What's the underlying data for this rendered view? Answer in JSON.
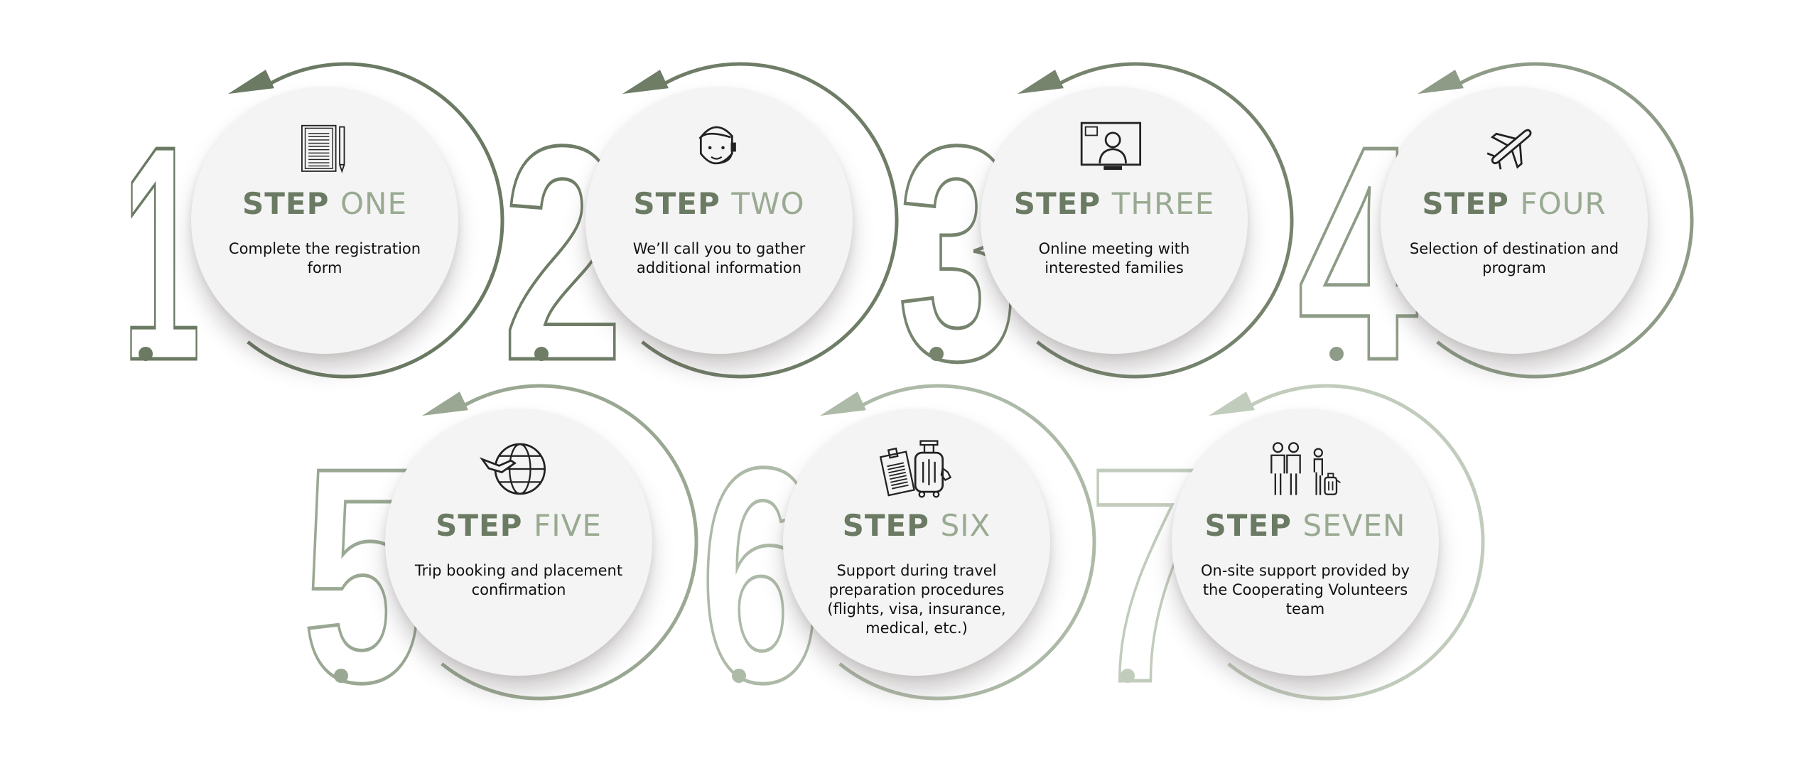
{
  "colors": {
    "step_word": "#6b7a63",
    "number_word": "#9aaa92",
    "ring": [
      "#6b7a63",
      "#6f7d67",
      "#76846e",
      "#8e9c87",
      "#9aa893",
      "#aebaa8",
      "#c2ccbd"
    ]
  },
  "steps": [
    {
      "number": "1",
      "step_word": "STEP",
      "number_word": "ONE",
      "description": "Complete the registration form",
      "icon": "notepad-pencil-icon"
    },
    {
      "number": "2",
      "step_word": "STEP",
      "number_word": "TWO",
      "description": "We’ll call you to gather additional information",
      "icon": "headset-person-icon"
    },
    {
      "number": "3",
      "step_word": "STEP",
      "number_word": "THREE",
      "description": "Online meeting with interested families",
      "icon": "video-call-icon"
    },
    {
      "number": "4",
      "step_word": "STEP",
      "number_word": "FOUR",
      "description": "Selection of destination and program",
      "icon": "airplane-icon"
    },
    {
      "number": "5",
      "step_word": "STEP",
      "number_word": "FIVE",
      "description": "Trip booking and placement confirmation",
      "icon": "globe-plane-icon"
    },
    {
      "number": "6",
      "step_word": "STEP",
      "number_word": "SIX",
      "description": "Support during travel preparation procedures (flights, visa, insurance, medical, etc.)",
      "icon": "documents-suitcase-icon"
    },
    {
      "number": "7",
      "step_word": "STEP",
      "number_word": "SEVEN",
      "description": "On-site support provided by the Cooperating Volunteers team",
      "icon": "people-luggage-icon"
    }
  ]
}
